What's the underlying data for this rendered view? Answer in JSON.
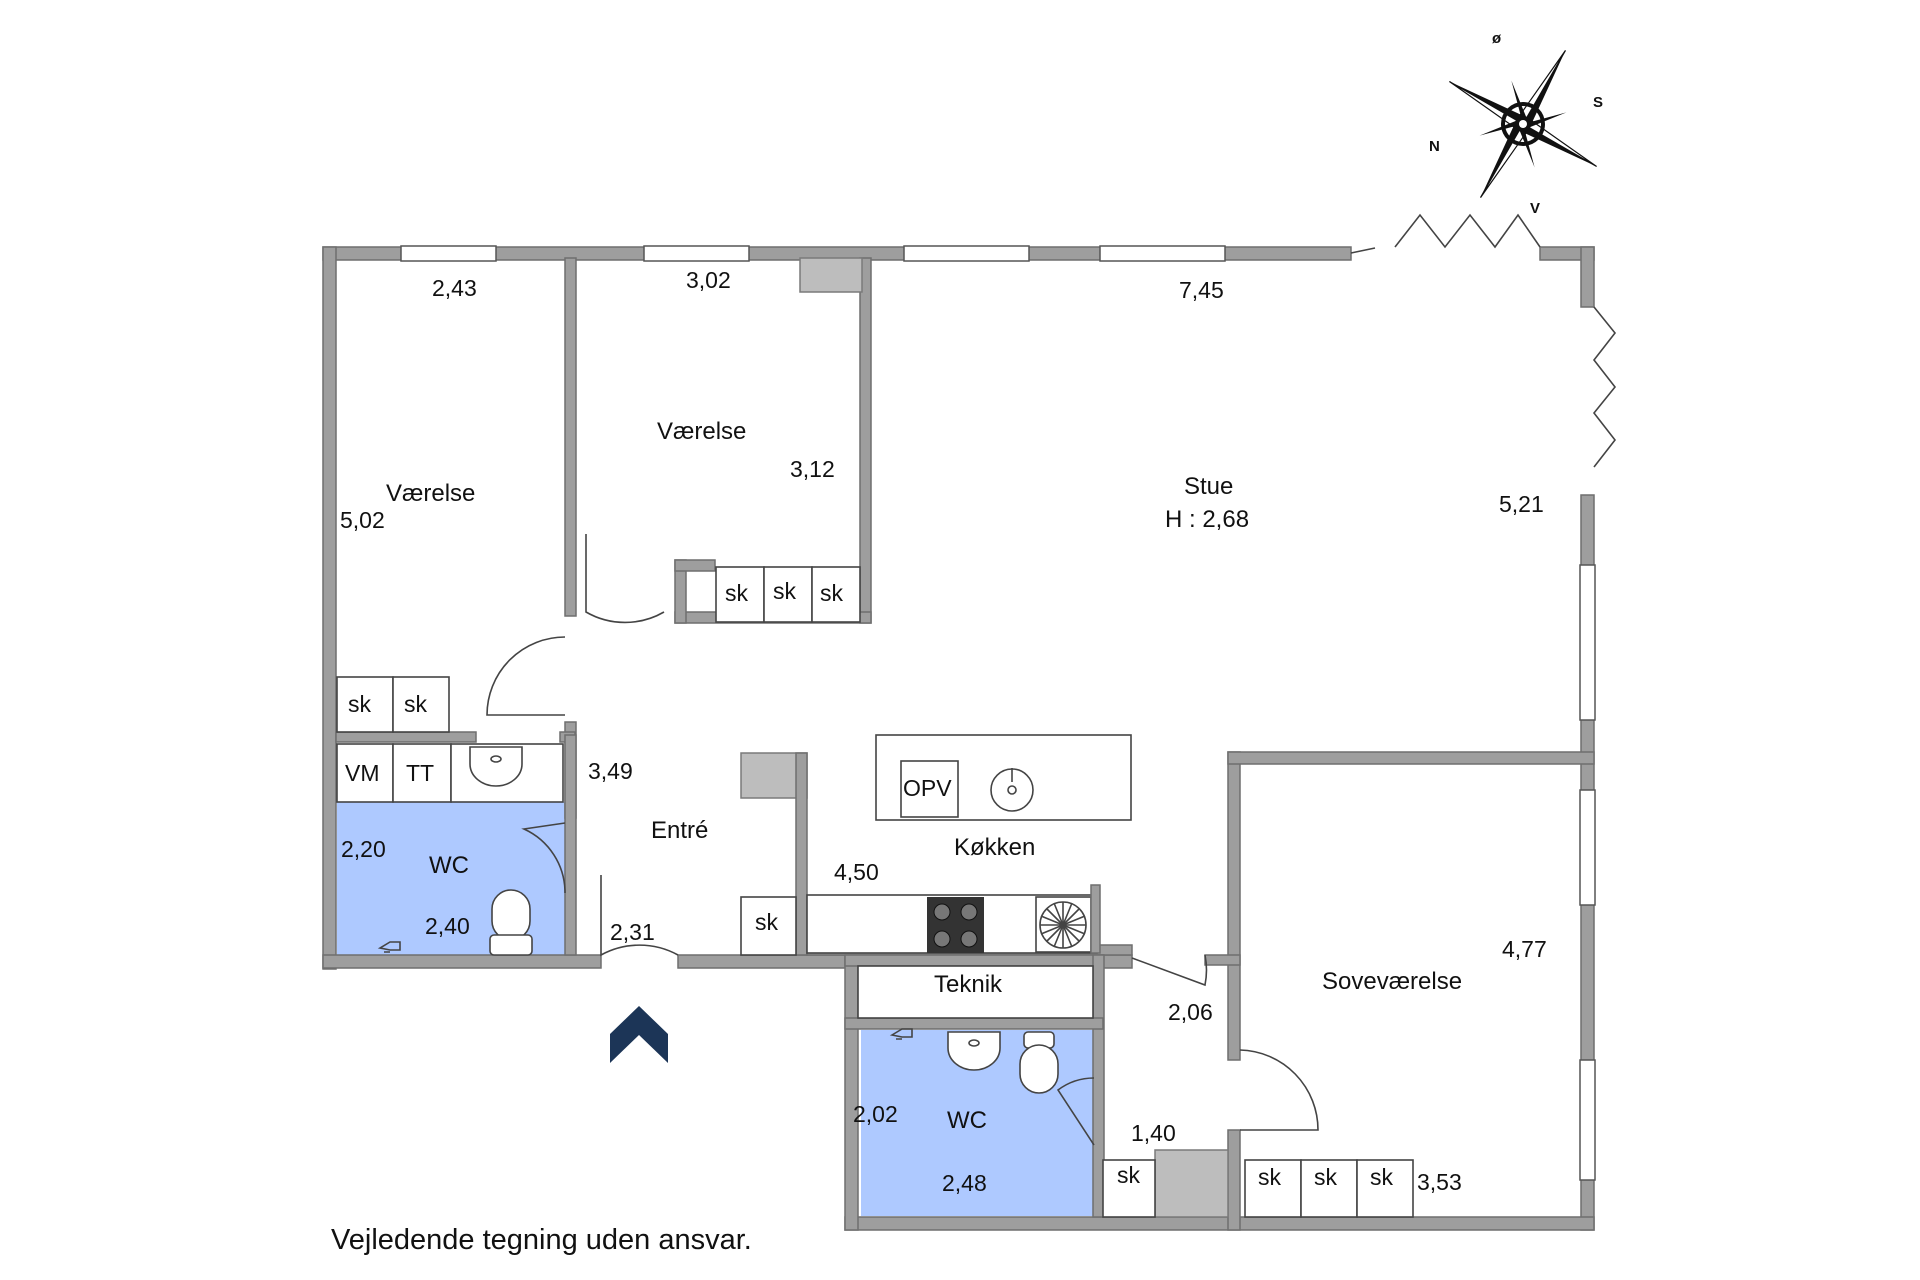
{
  "plan": {
    "disclaimer": "Vejledende tegning uden ansvar.",
    "colors": {
      "wall": "#9e9e9e",
      "wet_room": "#aec9ff",
      "entry_arrow": "#1c3557"
    }
  },
  "compass": {
    "north": "N",
    "east": "ø",
    "south": "S",
    "west": "V"
  },
  "rooms": {
    "vaerelse_1": {
      "name": "Værelse",
      "width": "2,43",
      "length": "5,02"
    },
    "vaerelse_2": {
      "name": "Værelse",
      "width": "3,02",
      "length": "3,12"
    },
    "stue": {
      "name": "Stue",
      "height": "H : 2,68",
      "width": "7,45",
      "length": "5,21"
    },
    "wc_1": {
      "name": "WC",
      "width": "2,40",
      "length": "2,20"
    },
    "entre": {
      "name": "Entré",
      "length": "3,49",
      "width": "2,31"
    },
    "koekken": {
      "name": "Køkken",
      "width": "4,50"
    },
    "teknik": {
      "name": "Teknik"
    },
    "wc_2": {
      "name": "WC",
      "width": "2,48",
      "length": "2,02"
    },
    "gang": {
      "length": "2,06",
      "width": "1,40"
    },
    "sovevaerelse": {
      "name": "Soveværelse",
      "length": "4,77",
      "width": "3,53"
    }
  },
  "fixtures": {
    "closet": "sk",
    "washer": "VM",
    "dryer": "TT",
    "dishwasher": "OPV"
  }
}
